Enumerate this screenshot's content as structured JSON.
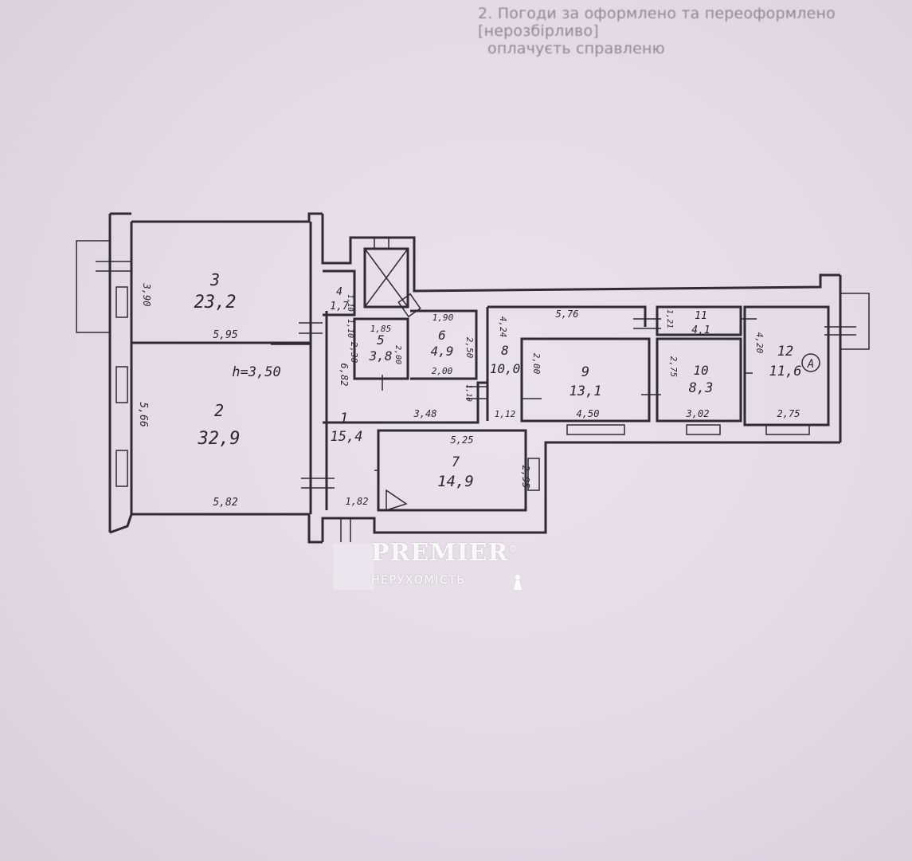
{
  "note": {
    "line1": "2. Погоди за оформлено та переоформлено [нерозбірливо]",
    "line2": "оплачуєть справленю"
  },
  "watermark": {
    "brand": "PREMIER",
    "subtitle": "НЕРУХОМІСТЬ",
    "registered_mark": "®"
  },
  "rooms": [
    {
      "id": "3",
      "number": "3",
      "area": "23,2"
    },
    {
      "id": "2",
      "number": "2",
      "area": "32,9"
    },
    {
      "id": "1",
      "number": "1",
      "area": "15,4"
    },
    {
      "id": "4",
      "number": "4",
      "area": "1,7"
    },
    {
      "id": "5",
      "number": "5",
      "area": "3,8"
    },
    {
      "id": "6",
      "number": "6",
      "area": "4,9"
    },
    {
      "id": "7",
      "number": "7",
      "area": "14,9"
    },
    {
      "id": "8",
      "number": "8",
      "area": "10,0"
    },
    {
      "id": "9",
      "number": "9",
      "area": "13,1"
    },
    {
      "id": "10",
      "number": "10",
      "area": "8,3"
    },
    {
      "id": "11",
      "number": "11",
      "area": "4,1"
    },
    {
      "id": "12",
      "number": "12",
      "area": "11,6"
    }
  ],
  "ceiling_height": "h=3,50",
  "marker": "A",
  "dimensions": [
    "3,90",
    "5,95",
    "5,66",
    "5,82",
    "6,82",
    "3,48",
    "1,82",
    "1,10",
    "1,85",
    "2,30",
    "2,00",
    "1,90",
    "2,50",
    "2,00",
    "5,25",
    "2,95",
    "4,24",
    "5,76",
    "1,12",
    "2,00",
    "4,50",
    "2,75",
    "3,02",
    "1,21",
    "4,20",
    "2,75",
    "1,10",
    "1,10"
  ]
}
